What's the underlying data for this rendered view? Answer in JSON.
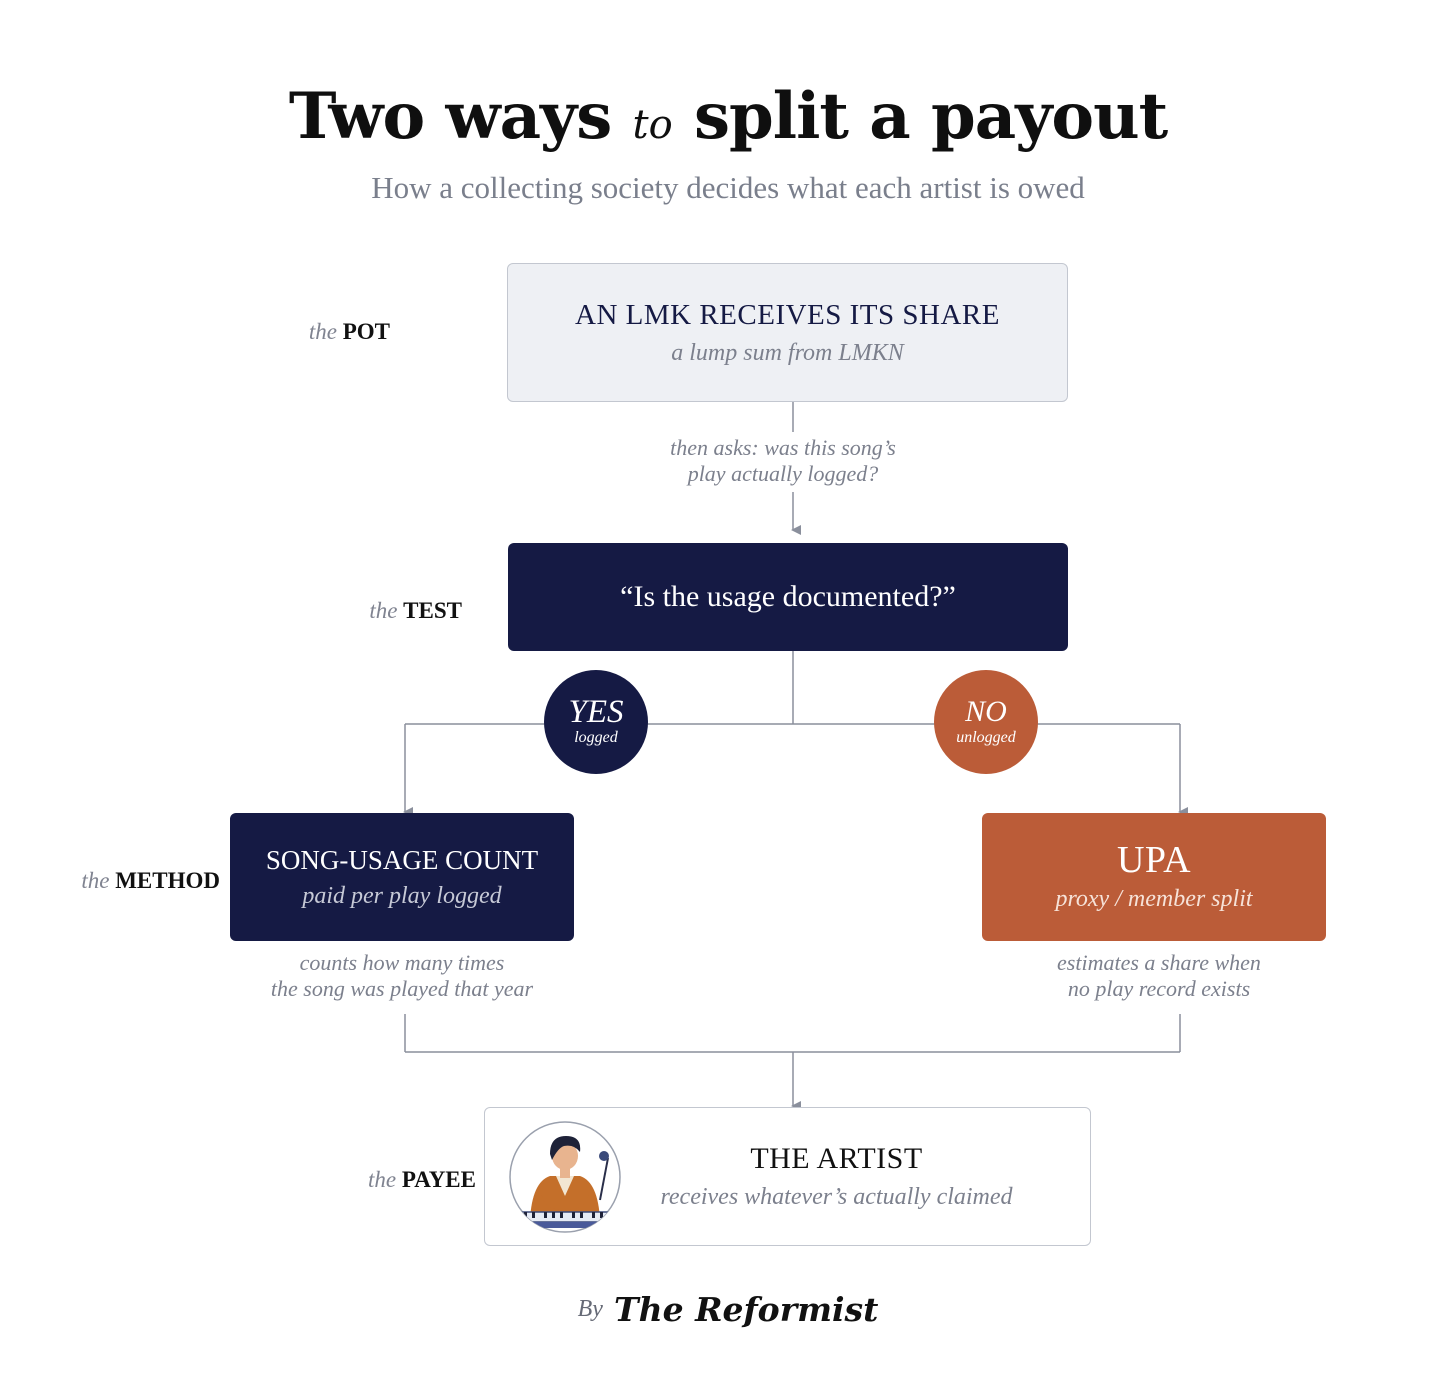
{
  "title": {
    "part1": "Two ways",
    "connector": "to",
    "part2": "split a payout"
  },
  "subtitle": "How a collecting society decides what each artist is owed",
  "rows": {
    "pot": {
      "the": "the",
      "key": "POT"
    },
    "test": {
      "the": "the",
      "key": "TEST"
    },
    "method": {
      "the": "the",
      "key": "METHOD"
    },
    "payee": {
      "the": "the",
      "key": "PAYEE"
    }
  },
  "pot_box": {
    "heading": "AN LMK RECEIVES ITS SHARE",
    "sub": "a lump sum from LMKN"
  },
  "pot_note": {
    "line1": "then asks: was this song’s",
    "line2": "play actually logged?"
  },
  "test_box": {
    "heading": "“Is the usage documented?”"
  },
  "yes_badge": {
    "label": "YES",
    "sub": "logged"
  },
  "no_badge": {
    "label": "NO",
    "sub": "unlogged"
  },
  "left_method": {
    "heading": "SONG-USAGE COUNT",
    "sub": "paid per play logged"
  },
  "left_note": {
    "line1": "counts how many times",
    "line2": "the song was played that year"
  },
  "right_method": {
    "heading": "UPA",
    "sub": "proxy / member split"
  },
  "right_note": {
    "line1": "estimates a share when",
    "line2": "no play record exists"
  },
  "payee_box": {
    "heading": "THE ARTIST",
    "sub": "receives whatever’s actually claimed"
  },
  "byline": {
    "by": "By",
    "brand": "The Reformist"
  },
  "colors": {
    "navy": "#151a44",
    "rust": "#bb5c38",
    "connector": "#8a8f9c",
    "light_fill": "#eef0f4"
  }
}
